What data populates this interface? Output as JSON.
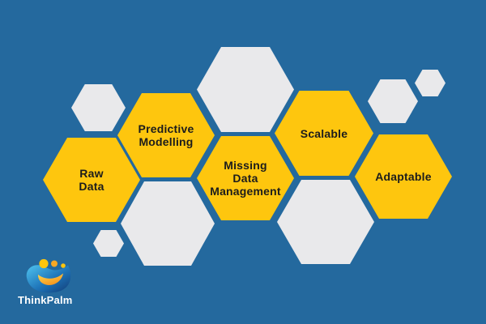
{
  "canvas": {
    "background_color": "#24699E"
  },
  "colors": {
    "hexagon_yellow": "#FEC60E",
    "hexagon_gray": "#E9E9EB",
    "label_text": "#1C1C1C",
    "logo_text": "#FFFFFF"
  },
  "hexagons": {
    "labeled": [
      {
        "id": "raw-data",
        "label": "Raw\nData"
      },
      {
        "id": "predictive-modelling",
        "label": "Predictive\nModelling"
      },
      {
        "id": "missing-data-management",
        "label": "Missing\nData\nManagement"
      },
      {
        "id": "scalable",
        "label": "Scalable"
      },
      {
        "id": "adaptable",
        "label": "Adaptable"
      }
    ],
    "decorative_gray_count": 7
  },
  "logo": {
    "text": "ThinkPalm"
  }
}
